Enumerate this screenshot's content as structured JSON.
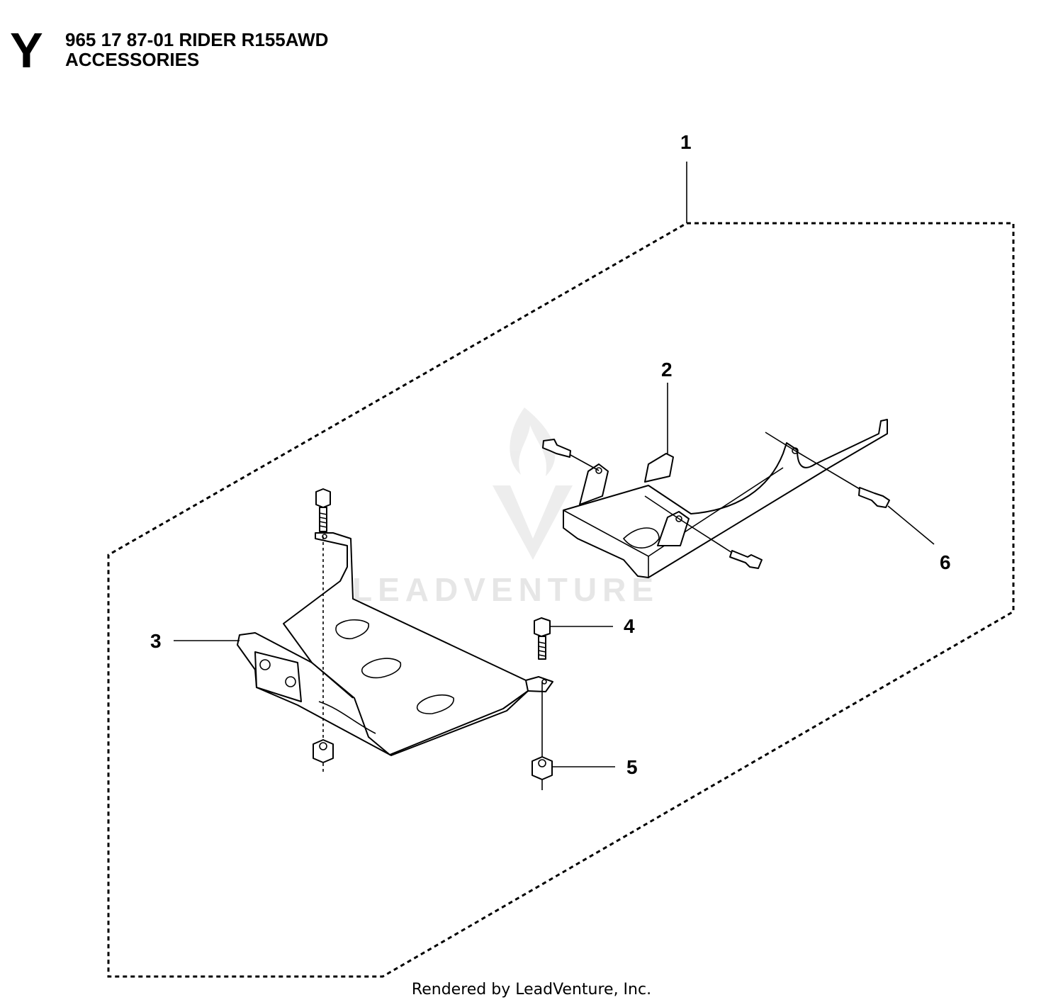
{
  "header": {
    "section_letter": "Y",
    "title_line1": "965 17 87-01 RIDER R155AWD",
    "title_line2": "ACCESSORIES"
  },
  "callouts": {
    "item1": "1",
    "item2": "2",
    "item3": "3",
    "item4": "4",
    "item5": "5",
    "item6": "6"
  },
  "watermark": {
    "text": "LEADVENTURE"
  },
  "footer": {
    "text": "Rendered by LeadVenture, Inc."
  }
}
